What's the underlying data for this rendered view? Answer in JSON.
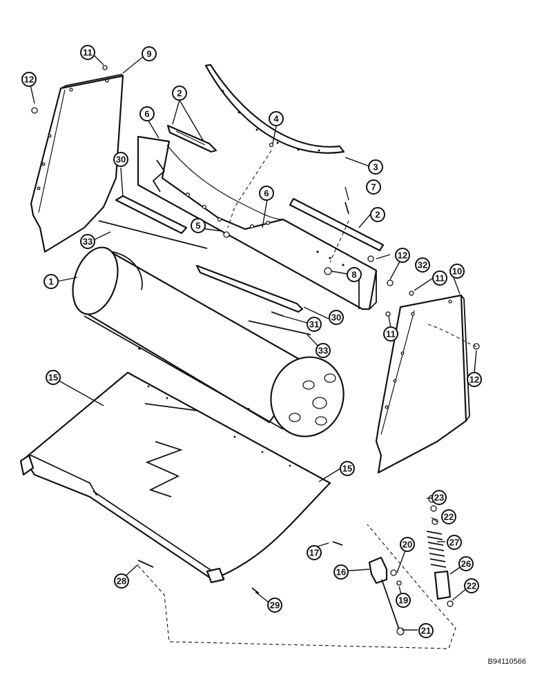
{
  "figure_id": "B94110566",
  "callouts": [
    {
      "id": "c1",
      "label": "1"
    },
    {
      "id": "c2a",
      "label": "2"
    },
    {
      "id": "c2b",
      "label": "2"
    },
    {
      "id": "c3",
      "label": "3"
    },
    {
      "id": "c4",
      "label": "4"
    },
    {
      "id": "c5",
      "label": "5"
    },
    {
      "id": "c6a",
      "label": "6"
    },
    {
      "id": "c6b",
      "label": "6"
    },
    {
      "id": "c7",
      "label": "7"
    },
    {
      "id": "c8",
      "label": "8"
    },
    {
      "id": "c9",
      "label": "9"
    },
    {
      "id": "c10",
      "label": "10"
    },
    {
      "id": "c11a",
      "label": "11"
    },
    {
      "id": "c11b",
      "label": "11"
    },
    {
      "id": "c11c",
      "label": "11"
    },
    {
      "id": "c12a",
      "label": "12"
    },
    {
      "id": "c12b",
      "label": "12"
    },
    {
      "id": "c12c",
      "label": "12"
    },
    {
      "id": "c15a",
      "label": "15"
    },
    {
      "id": "c15b",
      "label": "15"
    },
    {
      "id": "c16",
      "label": "16"
    },
    {
      "id": "c17",
      "label": "17"
    },
    {
      "id": "c19",
      "label": "19"
    },
    {
      "id": "c20",
      "label": "20"
    },
    {
      "id": "c21",
      "label": "21"
    },
    {
      "id": "c22a",
      "label": "22"
    },
    {
      "id": "c22b",
      "label": "22"
    },
    {
      "id": "c23",
      "label": "23"
    },
    {
      "id": "c26",
      "label": "26"
    },
    {
      "id": "c27",
      "label": "27"
    },
    {
      "id": "c28",
      "label": "28"
    },
    {
      "id": "c29",
      "label": "29"
    },
    {
      "id": "c30a",
      "label": "30"
    },
    {
      "id": "c30b",
      "label": "30"
    },
    {
      "id": "c31",
      "label": "31"
    },
    {
      "id": "c32",
      "label": "32"
    },
    {
      "id": "c33a",
      "label": "33"
    },
    {
      "id": "c33b",
      "label": "33"
    }
  ]
}
